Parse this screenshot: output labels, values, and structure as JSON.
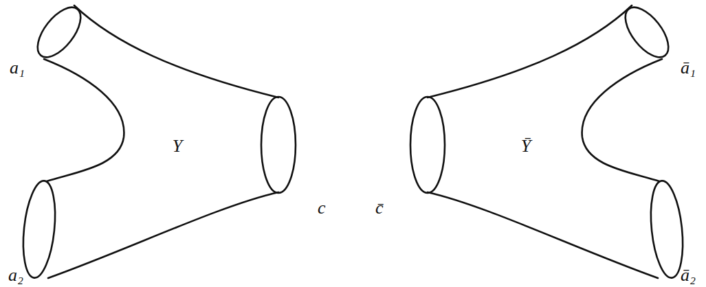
{
  "diagram": {
    "nodes": [
      {
        "text": [
          "Y"
        ]
      },
      {
        "text": [
          "Ȳ"
        ]
      }
    ],
    "labels": [
      "a₁",
      "a₂",
      "c",
      "c̄",
      "ā₁",
      "ā₂"
    ]
  }
}
